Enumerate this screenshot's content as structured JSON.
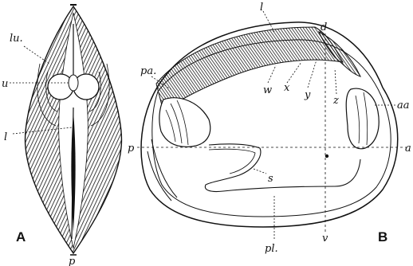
{
  "figure_a": {
    "panel_label": "A",
    "labels": {
      "lu": "lu.",
      "u": "u",
      "l": "l",
      "p": "p"
    }
  },
  "figure_b": {
    "panel_label": "B",
    "labels": {
      "l": "l",
      "d": "d",
      "pa": "pa.",
      "aa": "aa",
      "w": "w",
      "x": "x",
      "y": "y",
      "z": "z",
      "p": "p",
      "a": "a",
      "s": "s",
      "pl": "pl.",
      "v": "v"
    }
  }
}
